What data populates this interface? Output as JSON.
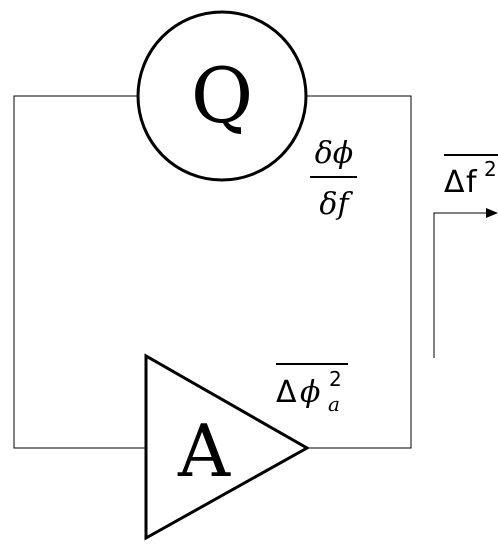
{
  "diagram": {
    "resonator": {
      "label": "Q"
    },
    "amplifier": {
      "label": "A"
    },
    "slope": {
      "numerator": "δϕ",
      "denominator": "δf"
    },
    "amp_phase_noise": {
      "delta": "Δ",
      "phi": "ϕ",
      "sub": "a",
      "sup": "2"
    },
    "freq_noise": {
      "delta": "Δ",
      "f": "f",
      "sup": "2"
    }
  }
}
